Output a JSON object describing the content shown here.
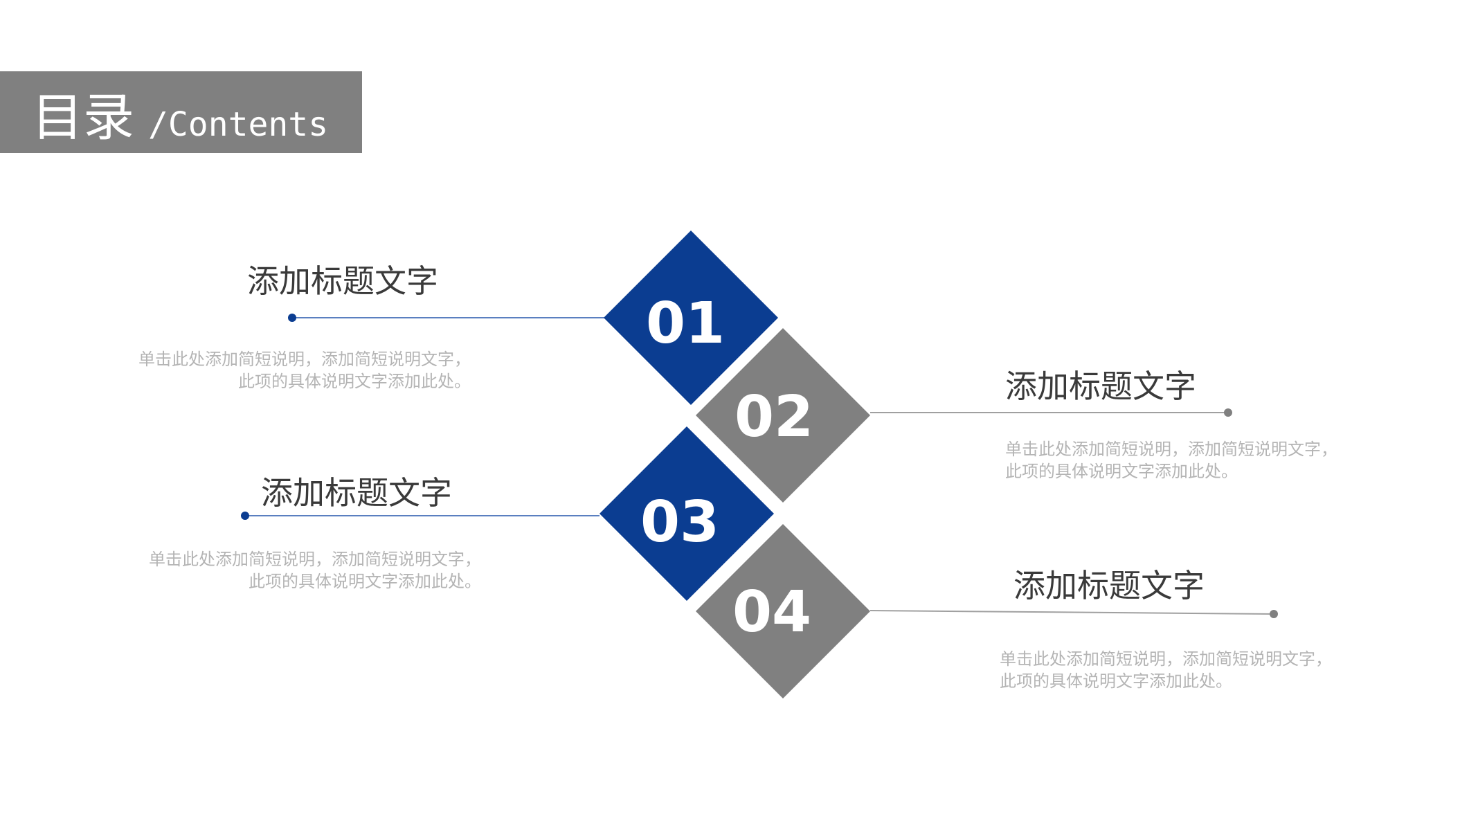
{
  "header": {
    "title": "目录",
    "subtitle": "/Contents"
  },
  "colors": {
    "blue": "#0b3d91",
    "gray": "#808080",
    "bar": "#808080"
  },
  "items": [
    {
      "number": "01",
      "color": "blue",
      "title": "添加标题文字",
      "desc_line1": "单击此处添加简短说明，添加简短说明文字，",
      "desc_line2": "此项的具体说明文字添加此处。"
    },
    {
      "number": "02",
      "color": "gray",
      "title": "添加标题文字",
      "desc_line1": "单击此处添加简短说明，添加简短说明文字，",
      "desc_line2": "此项的具体说明文字添加此处。"
    },
    {
      "number": "03",
      "color": "blue",
      "title": "添加标题文字",
      "desc_line1": "单击此处添加简短说明，添加简短说明文字，",
      "desc_line2": "此项的具体说明文字添加此处。"
    },
    {
      "number": "04",
      "color": "gray",
      "title": "添加标题文字",
      "desc_line1": "单击此处添加简短说明，添加简短说明文字，",
      "desc_line2": "此项的具体说明文字添加此处。"
    }
  ]
}
